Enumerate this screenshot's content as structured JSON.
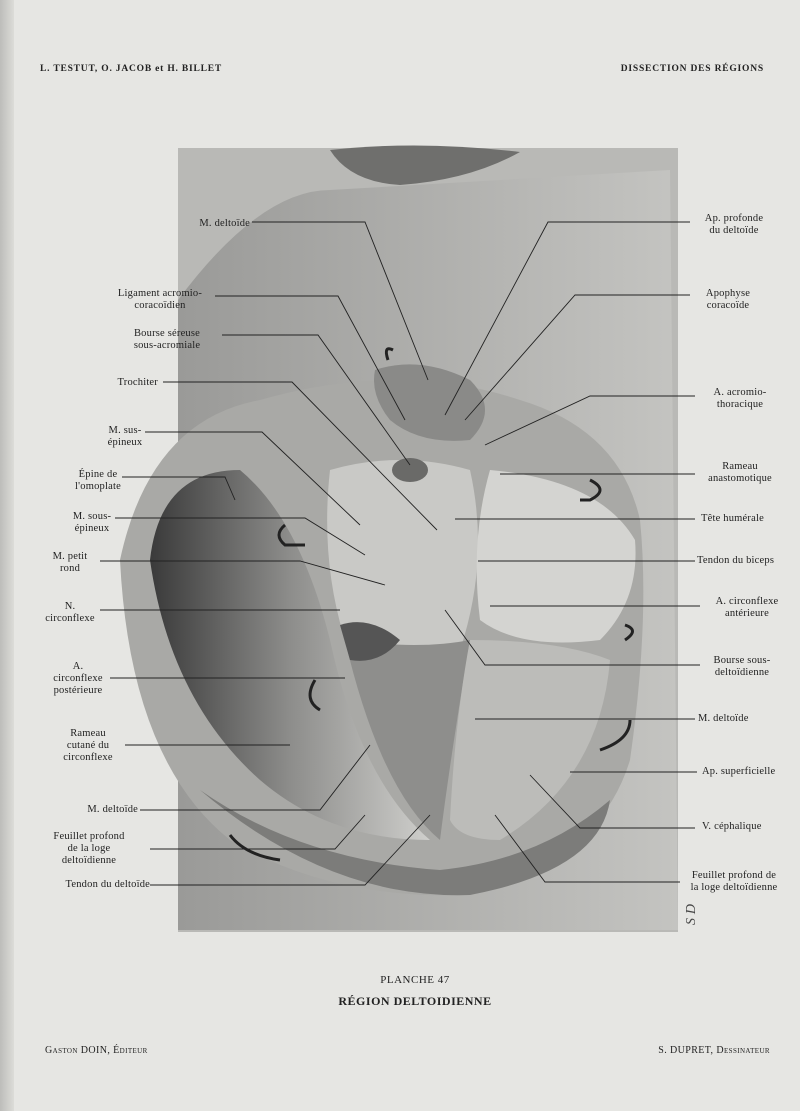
{
  "header": {
    "authors": "L. TESTUT, O. JACOB et H. BILLET",
    "section": "DISSECTION DES RÉGIONS"
  },
  "labels_left": [
    "M. deltoïde",
    "Ligament acromio-\ncoracoïdien",
    "Bourse séreuse\nsous-acromiale",
    "Trochiter",
    "M. sus-\népineux",
    "Épine de\nl'omoplate",
    "M. sous-\népineux",
    "M. petit\nrond",
    "N.\ncirconflexe",
    "A.\ncirconflexe\npostérieure",
    "Rameau\ncutané du\ncirconflexe",
    "M. deltoïde",
    "Feuillet profond\nde la loge\ndeltoïdienne",
    "Tendon du deltoïde"
  ],
  "labels_right": [
    "Ap. profonde\ndu deltoïde",
    "Apophyse\ncoracoïde",
    "A. acromio-\nthoracique",
    "Rameau\nanastomotique",
    "Tête humérale",
    "Tendon du biceps",
    "A. circonflexe\nantérieure",
    "Bourse sous-\ndeltoïdienne",
    "M. deltoïde",
    "Ap. superficielle",
    "V. céphalique",
    "Feuillet profond de\nla loge deltoïdienne"
  ],
  "signature": "S D",
  "plate": {
    "number": "PLANCHE 47",
    "title": "RÉGION DELTOIDIENNE"
  },
  "footer": {
    "publisher": "Gaston DOIN, Éditeur",
    "artist": "S. DUPRET, Dessinateur"
  }
}
